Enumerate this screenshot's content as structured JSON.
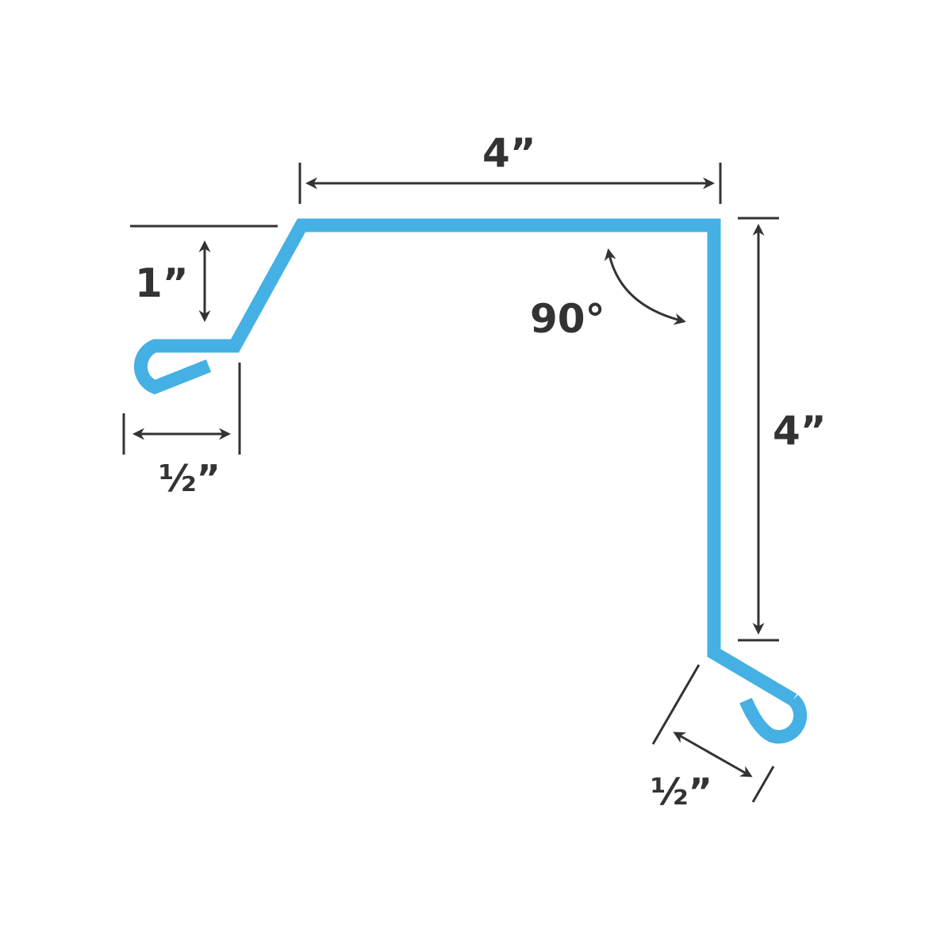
{
  "colors": {
    "profile": "#45b0e3",
    "dimension": "#333333",
    "background": "#ffffff"
  },
  "labels": {
    "top_width": "4”",
    "right_height": "4”",
    "left_rise": "1”",
    "angle": "90°",
    "left_hem": "½”",
    "right_hem": "½”"
  }
}
